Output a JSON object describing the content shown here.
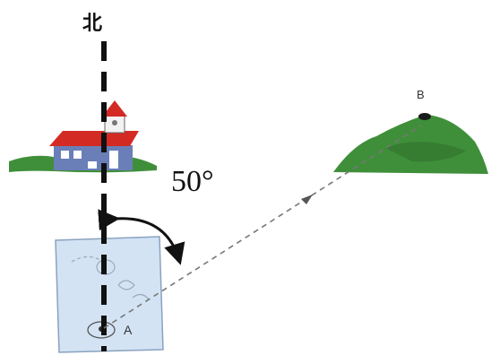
{
  "labels": {
    "north": "北",
    "angle": "50°",
    "point_b": "B",
    "point_a": "A"
  },
  "colors": {
    "hill": "#3f8f3a",
    "hill_dark": "#2f6f2c",
    "roof": "#d42a24",
    "wall": "#6a7fb8",
    "map": "#d3e3f4",
    "line": "#111111",
    "dashed_path": "#777777"
  }
}
